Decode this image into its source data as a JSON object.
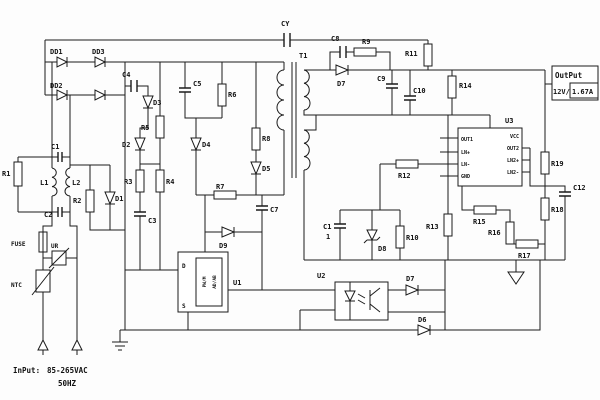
{
  "labels": {
    "cy": "CY",
    "t1": "T1",
    "c8": "C8",
    "r9": "R9",
    "r11": "R11",
    "d7_sec": "D7",
    "c9": "C9",
    "c10": "C10",
    "r14": "R14",
    "u3": "U3",
    "r12": "R12",
    "r13": "R13",
    "r15": "R15",
    "r16": "R16",
    "r17": "R17",
    "r18": "R18",
    "r19": "R19",
    "c12": "C12",
    "r10": "R10",
    "d8": "D8",
    "c11_a": "C1",
    "c11_b": "1",
    "u2": "U2",
    "d7_fb": "D7",
    "d6": "D6",
    "dd1": "DD1",
    "dd2": "DD2",
    "dd3": "DD3",
    "c4": "C4",
    "d3": "D3",
    "c5": "C5",
    "r6": "R6",
    "r5": "R5",
    "d2": "D2",
    "d4": "D4",
    "r8": "R8",
    "d5": "D5",
    "r7": "R7",
    "c7": "C7",
    "d9": "D9",
    "r3": "R3",
    "r4": "R4",
    "c3": "C3",
    "r2": "R2",
    "d1": "D1",
    "c1": "C1",
    "c2": "C2",
    "l1": "L1",
    "l2": "L2",
    "r1": "R1",
    "fuse": "FUSE",
    "ur": "UR",
    "ntc": "NTC",
    "u1": "U1",
    "u1_d": "D",
    "u1_s": "S",
    "u1_pin1": "PW/M",
    "u1_pin2": "AD/AB"
  },
  "u3_pins": {
    "out1": "OUT1",
    "ln_p": "LN+",
    "ln_m": "LN-",
    "gnd": "GND",
    "vcc": "VCC",
    "out2": "OUT2",
    "ln2_p": "LN2+",
    "ln2_m": "LN2-"
  },
  "output": {
    "title": "OutPut",
    "voltage": "12V/",
    "current": "1.67A"
  },
  "input": {
    "title": "InPut:",
    "voltage": "85-265VAC",
    "frequency": "50HZ"
  }
}
